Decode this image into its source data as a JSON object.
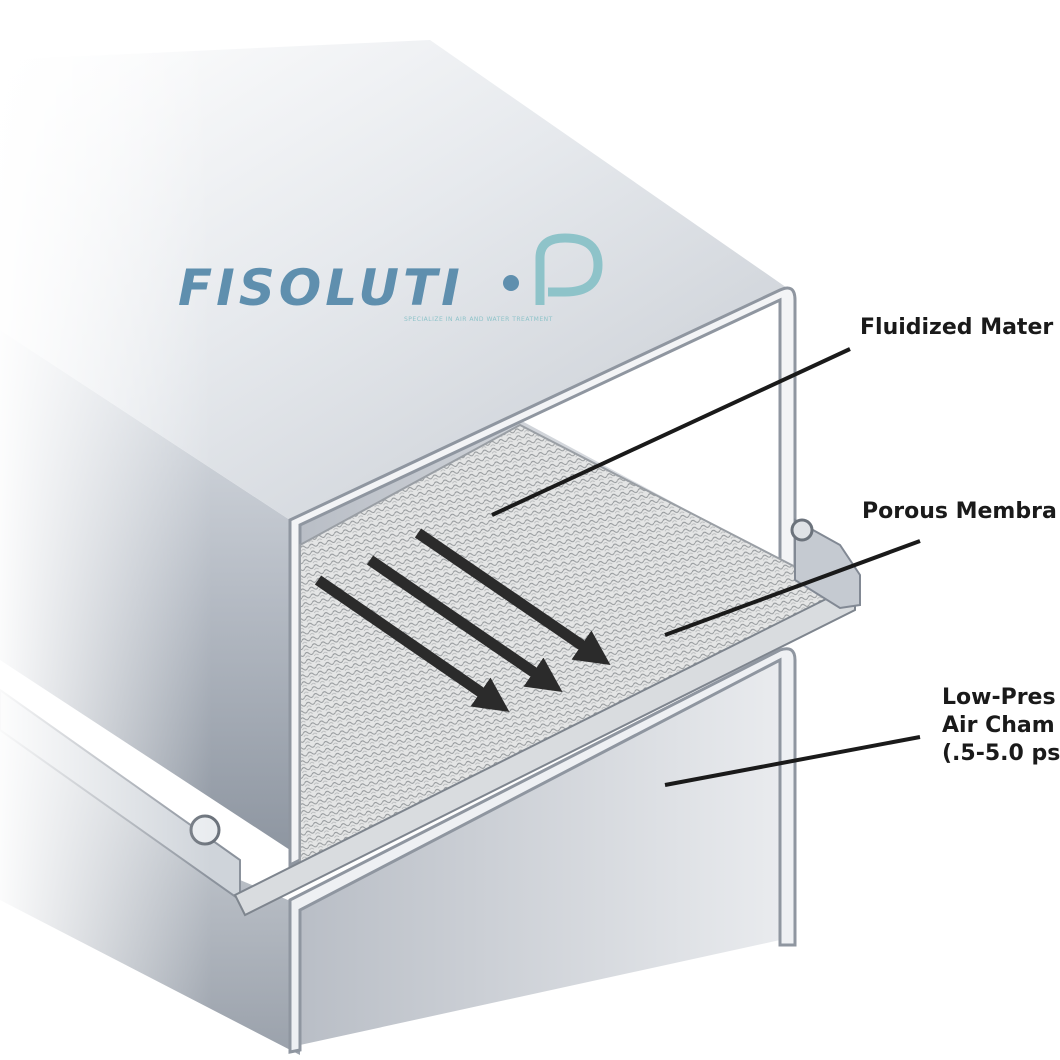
{
  "logo": {
    "text": "FISOLUTI",
    "tagline": "SPECIALIZE IN AIR AND WATER TREATMENT",
    "color": "#5f8fae",
    "accent_color": "#8ec3c9"
  },
  "labels": {
    "fluidized_material": "Fluidized Mater",
    "porous_membrane": "Porous Membra",
    "low_pressure_line1": "Low-Pres",
    "low_pressure_line2": "Air Cham",
    "low_pressure_line3": "(.5-5.0 ps"
  },
  "colors": {
    "metal_light": "#eef0f3",
    "metal_mid": "#c7ccd3",
    "metal_dark": "#8f96a0",
    "membrane": "#e2e3e3",
    "arrow": "#2b2b2b"
  }
}
